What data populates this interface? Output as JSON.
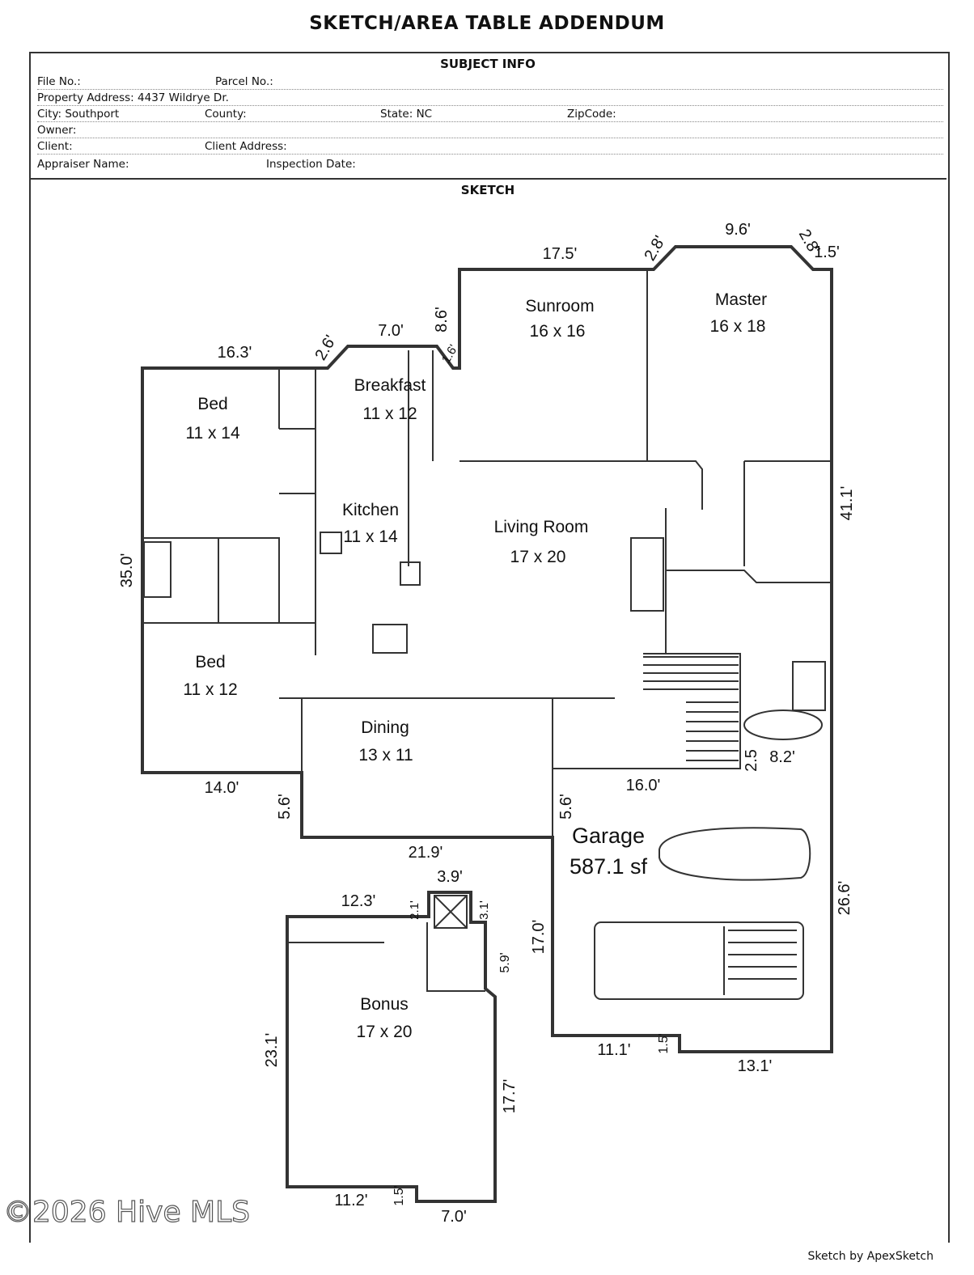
{
  "title": "SKETCH/AREA TABLE ADDENDUM",
  "subject_info": {
    "heading": "SUBJECT INFO",
    "file_no": "File No.:",
    "parcel_no": "Parcel No.:",
    "property_address": "Property Address: 4437 Wildrye Dr.",
    "city": "City: Southport",
    "county": "County:",
    "state": "State: NC",
    "zip": "ZipCode:",
    "owner": "Owner:",
    "client": "Client:",
    "client_address": "Client Address:",
    "appraiser": "Appraiser Name:",
    "inspection_date": "Inspection Date:"
  },
  "sketch": {
    "heading": "SKETCH",
    "rooms": {
      "sunroom": [
        "Sunroom",
        "16 x 16"
      ],
      "master": [
        "Master",
        "16 x 18"
      ],
      "breakfast": [
        "Breakfast",
        "11 x 12"
      ],
      "bed1": [
        "Bed",
        "11 x 14"
      ],
      "kitchen": [
        "Kitchen",
        "11 x 14"
      ],
      "living": [
        "Living Room",
        "17 x 20"
      ],
      "bed2": [
        "Bed",
        "11 x 12"
      ],
      "dining": [
        "Dining",
        "13 x 11"
      ],
      "garage": [
        "Garage",
        "587.1 sf"
      ],
      "bonus": [
        "Bonus",
        "17 x 20"
      ]
    },
    "dimensions": [
      "17.5'",
      "2.8'",
      "9.6'",
      "2.8'",
      "1.5'",
      "16.3'",
      "2.6'",
      "7.0'",
      "8.6'",
      "1.6'",
      "41.1'",
      "35.0'",
      "14.0'",
      "5.6'",
      "21.9'",
      "16.0'",
      "2.5",
      "8.2'",
      "5.6'",
      "26.6'",
      "17.0'",
      "11.1'",
      "1.5'",
      "13.1'",
      "3.9'",
      "12.3'",
      "2.1'",
      "3.1'",
      "5.9'",
      "23.1'",
      "17.7'",
      "11.2'",
      "1.5'",
      "7.0'"
    ]
  },
  "watermark": "©2026 Hive MLS",
  "credit": "Sketch by ApexSketch"
}
